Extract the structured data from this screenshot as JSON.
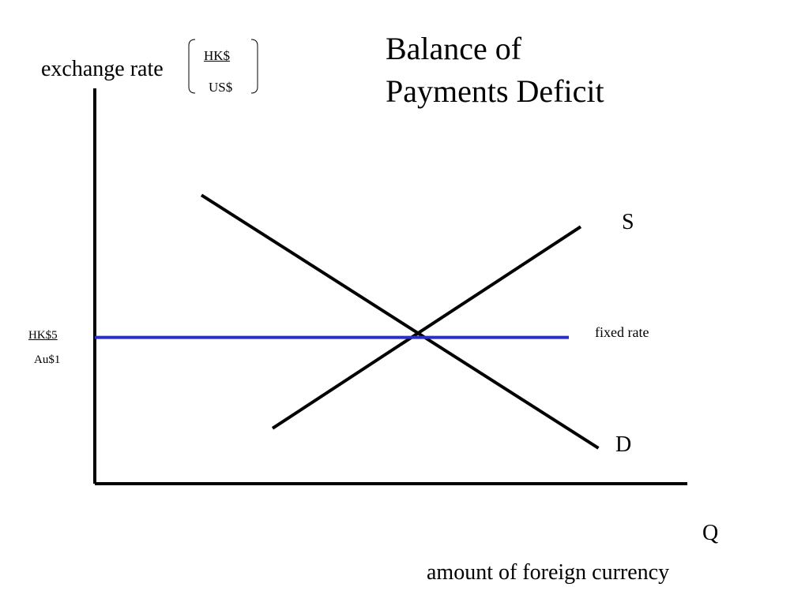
{
  "chart_data": {
    "type": "line",
    "title": [
      "Balance of",
      "Payments Deficit"
    ],
    "ylabel": {
      "text": "exchange rate",
      "unit_numerator": "HK$",
      "unit_denominator": "US$"
    },
    "xlabel": {
      "symbol": "Q",
      "text": "amount of foreign currency"
    },
    "y_tick": {
      "numerator": "HK$5",
      "denominator": "Au$1"
    },
    "xlim": [
      0,
      10
    ],
    "ylim": [
      0,
      10
    ],
    "grid": false,
    "series": [
      {
        "name": "S",
        "color": "#000000",
        "points": [
          [
            3.0,
            1.4
          ],
          [
            8.2,
            6.5
          ]
        ]
      },
      {
        "name": "D",
        "color": "#000000",
        "points": [
          [
            1.8,
            7.3
          ],
          [
            8.5,
            0.9
          ]
        ]
      },
      {
        "name": "fixed rate",
        "color": "#2b2fbf",
        "points": [
          [
            0,
            3.7
          ],
          [
            8.0,
            3.7
          ]
        ]
      }
    ],
    "axis_color": "#000000"
  }
}
